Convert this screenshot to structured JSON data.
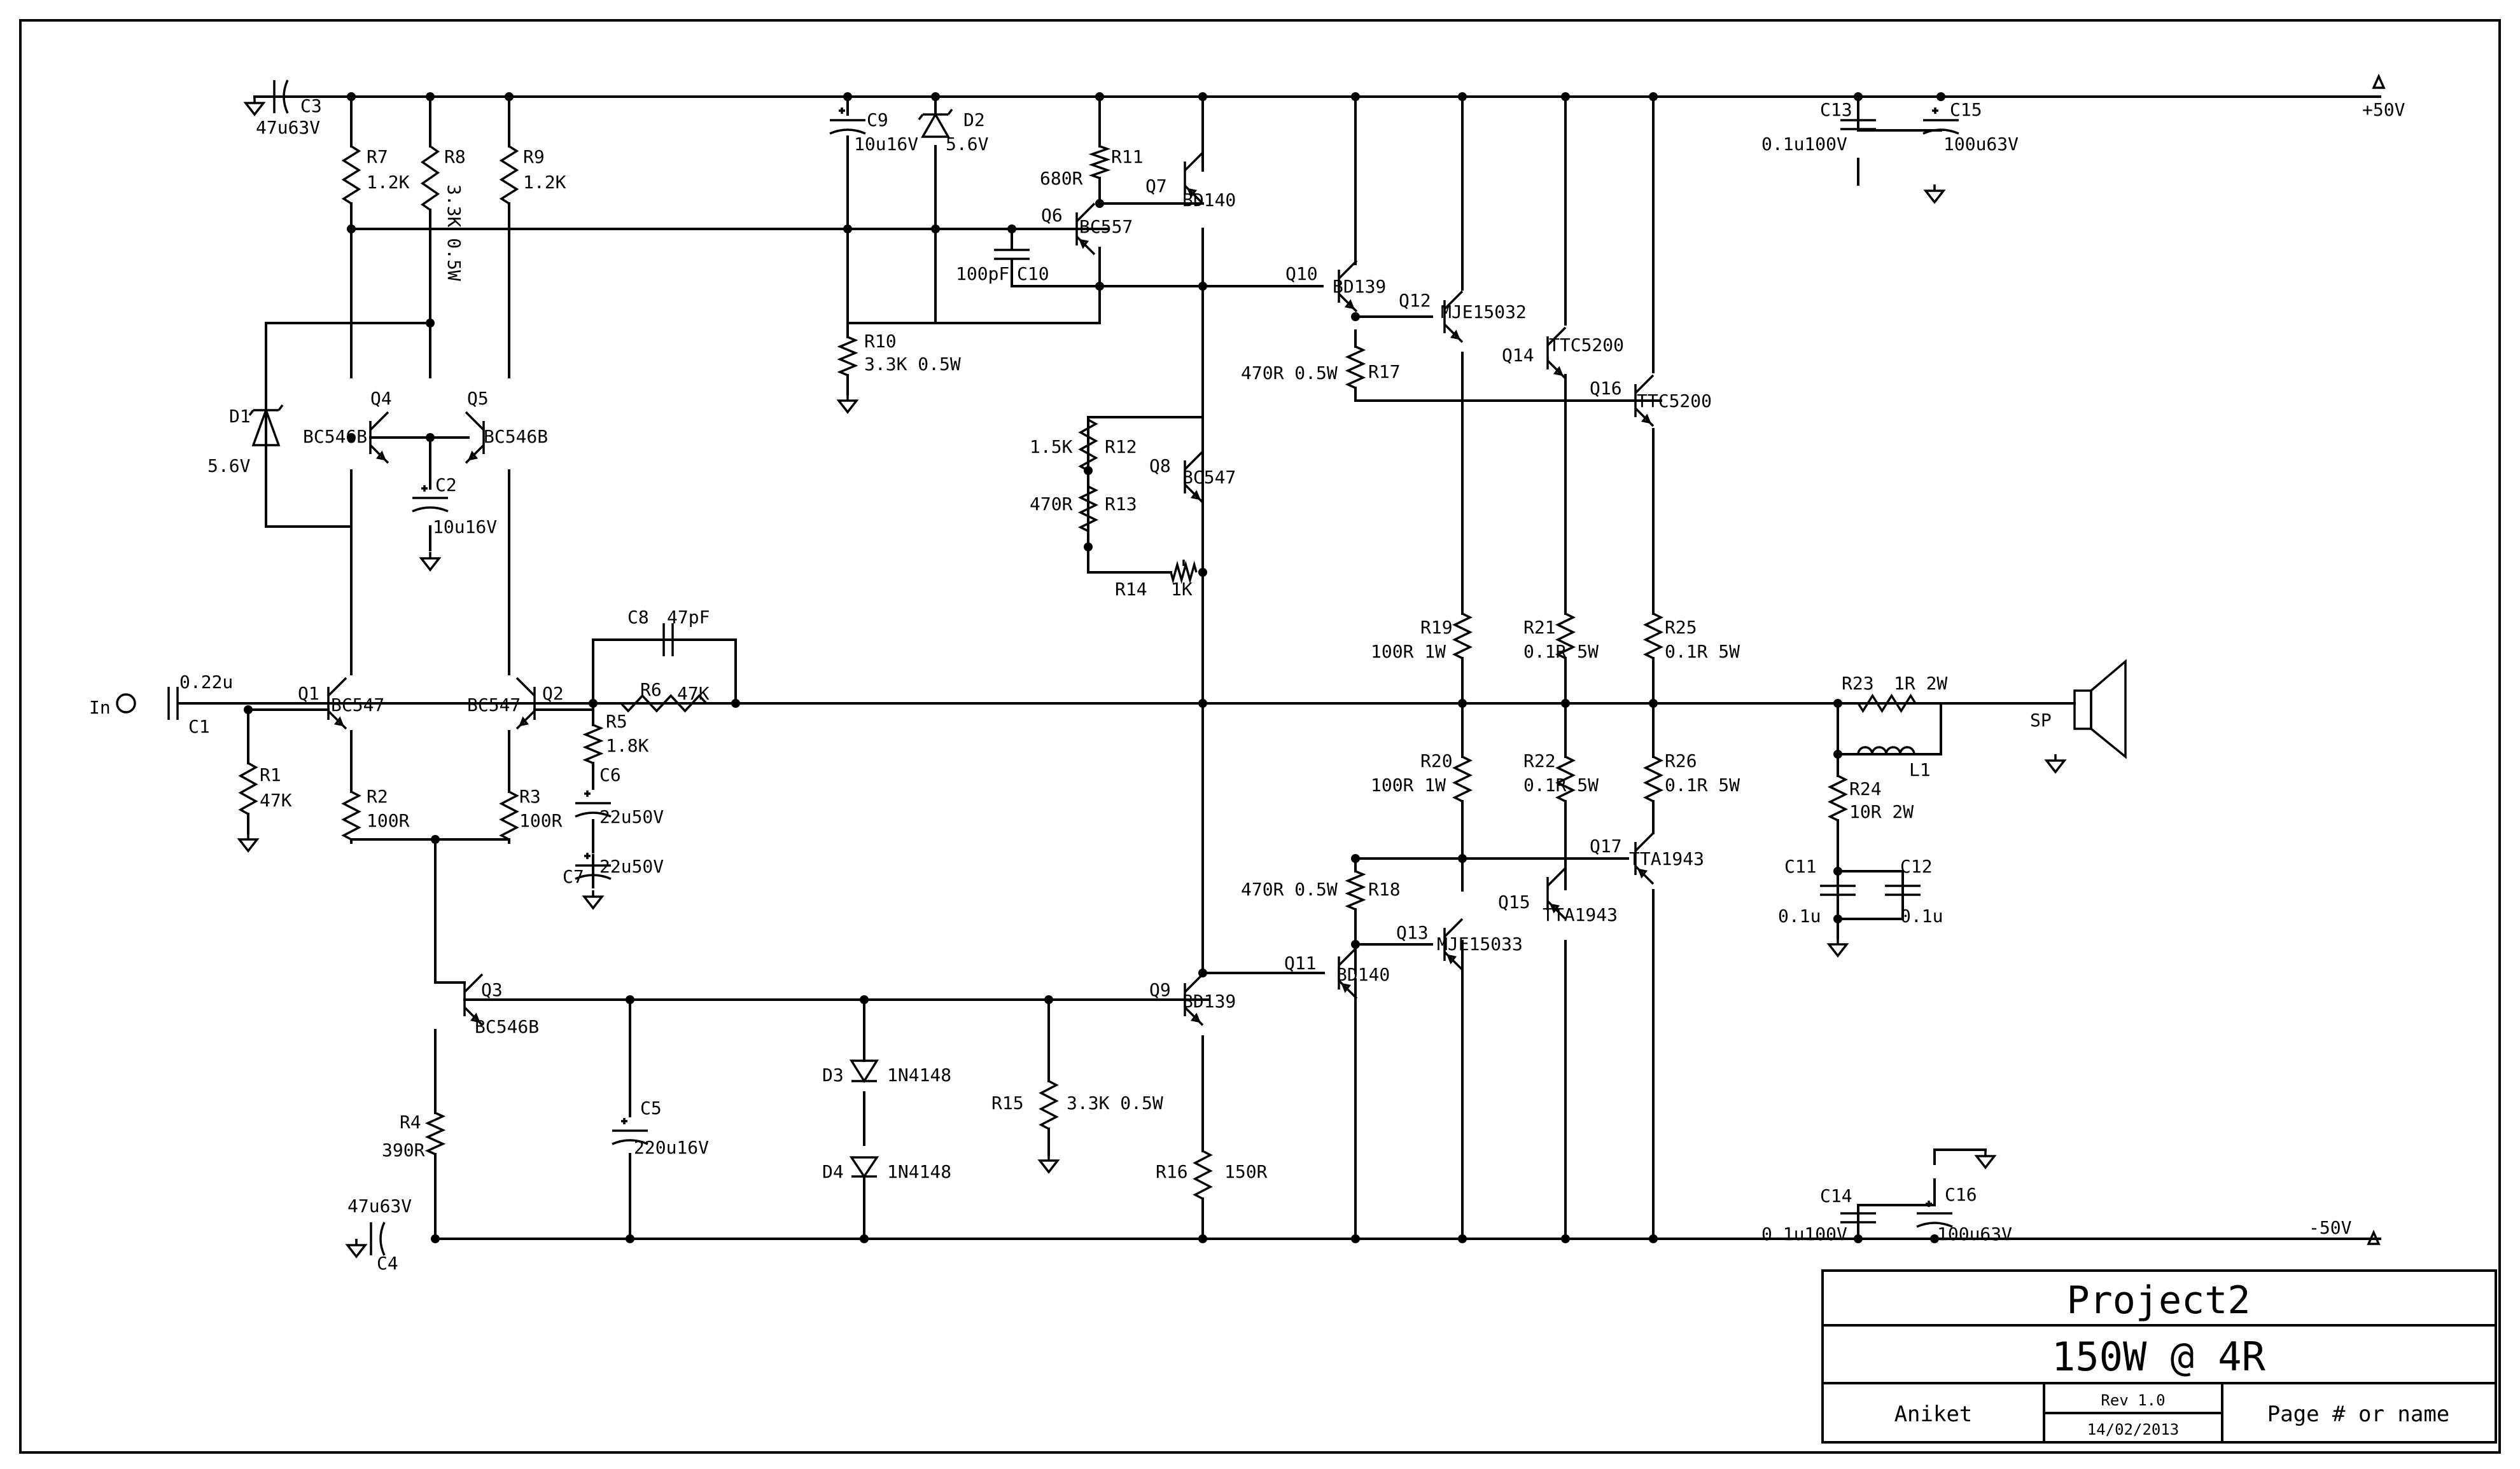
{
  "rails": {
    "positive": "+50V",
    "negative": "-50V"
  },
  "input": {
    "label": "In"
  },
  "output": {
    "label": "SP"
  },
  "components": {
    "C1": {
      "name": "C1",
      "value": "0.22u"
    },
    "C2": {
      "name": "C2",
      "value": "10u16V"
    },
    "C3": {
      "name": "C3",
      "value": "47u63V"
    },
    "C4": {
      "name": "C4",
      "value": "47u63V"
    },
    "C5": {
      "name": "C5",
      "value": "220u16V"
    },
    "C6": {
      "name": "C6",
      "value": "22u50V"
    },
    "C7": {
      "name": "C7",
      "value": "22u50V"
    },
    "C8": {
      "name": "C8",
      "value": "47pF"
    },
    "C9": {
      "name": "C9",
      "value": "10u16V"
    },
    "C10": {
      "name": "C10",
      "value": "100pF"
    },
    "C11": {
      "name": "C11",
      "value": "0.1u"
    },
    "C12": {
      "name": "C12",
      "value": "0.1u"
    },
    "C13": {
      "name": "C13",
      "value": "0.1u100V"
    },
    "C14": {
      "name": "C14",
      "value": "0.1u100V"
    },
    "C15": {
      "name": "C15",
      "value": "100u63V"
    },
    "C16": {
      "name": "C16",
      "value": "100u63V"
    },
    "R1": {
      "name": "R1",
      "value": "47K"
    },
    "R2": {
      "name": "R2",
      "value": "100R"
    },
    "R3": {
      "name": "R3",
      "value": "100R"
    },
    "R4": {
      "name": "R4",
      "value": "390R"
    },
    "R5": {
      "name": "R5",
      "value": "1.8K"
    },
    "R6": {
      "name": "R6",
      "value": "47K"
    },
    "R7": {
      "name": "R7",
      "value": "1.2K"
    },
    "R8": {
      "name": "R8",
      "value": "3.3K 0.5W"
    },
    "R9": {
      "name": "R9",
      "value": "1.2K"
    },
    "R10": {
      "name": "R10",
      "value": "3.3K 0.5W"
    },
    "R11": {
      "name": "R11",
      "value": "680R"
    },
    "R12": {
      "name": "R12",
      "value": "1.5K"
    },
    "R13": {
      "name": "R13",
      "value": "470R"
    },
    "R14": {
      "name": "R14",
      "value": "1K"
    },
    "R15": {
      "name": "R15",
      "value": "3.3K 0.5W"
    },
    "R16": {
      "name": "R16",
      "value": "150R"
    },
    "R17": {
      "name": "R17",
      "value": "470R 0.5W"
    },
    "R18": {
      "name": "R18",
      "value": "470R 0.5W"
    },
    "R19": {
      "name": "R19",
      "value": "100R 1W"
    },
    "R20": {
      "name": "R20",
      "value": "100R 1W"
    },
    "R21": {
      "name": "R21",
      "value": "0.1R 5W"
    },
    "R22": {
      "name": "R22",
      "value": "0.1R 5W"
    },
    "R23": {
      "name": "R23",
      "value": "1R 2W"
    },
    "R24": {
      "name": "R24",
      "value": "10R 2W"
    },
    "R25": {
      "name": "R25",
      "value": "0.1R 5W"
    },
    "R26": {
      "name": "R26",
      "value": "0.1R 5W"
    },
    "L1": {
      "name": "L1"
    },
    "D1": {
      "name": "D1",
      "value": "5.6V"
    },
    "D2": {
      "name": "D2",
      "value": "5.6V"
    },
    "D3": {
      "name": "D3",
      "value": "1N4148"
    },
    "D4": {
      "name": "D4",
      "value": "1N4148"
    },
    "Q1": {
      "name": "Q1",
      "value": "BC547"
    },
    "Q2": {
      "name": "Q2",
      "value": "BC547"
    },
    "Q3": {
      "name": "Q3",
      "value": "BC546B"
    },
    "Q4": {
      "name": "Q4",
      "value": "BC546B"
    },
    "Q5": {
      "name": "Q5",
      "value": "BC546B"
    },
    "Q6": {
      "name": "Q6",
      "value": "BC557"
    },
    "Q7": {
      "name": "Q7",
      "value": "BD140"
    },
    "Q8": {
      "name": "Q8",
      "value": "BC547"
    },
    "Q9": {
      "name": "Q9",
      "value": "BD139"
    },
    "Q10": {
      "name": "Q10",
      "value": "BD139"
    },
    "Q11": {
      "name": "Q11",
      "value": "BD140"
    },
    "Q12": {
      "name": "Q12",
      "value": "MJE15032"
    },
    "Q13": {
      "name": "Q13",
      "value": "MJE15033"
    },
    "Q14": {
      "name": "Q14",
      "value": "TTC5200"
    },
    "Q15": {
      "name": "Q15",
      "value": "TTA1943"
    },
    "Q16": {
      "name": "Q16",
      "value": "TTC5200"
    },
    "Q17": {
      "name": "Q17",
      "value": "TTA1943"
    }
  },
  "title_block": {
    "project": "Project2",
    "title": "150W @ 4R",
    "author": "Aniket",
    "revision": "Rev 1.0",
    "date": "14/02/2013",
    "page": "Page # or name"
  }
}
